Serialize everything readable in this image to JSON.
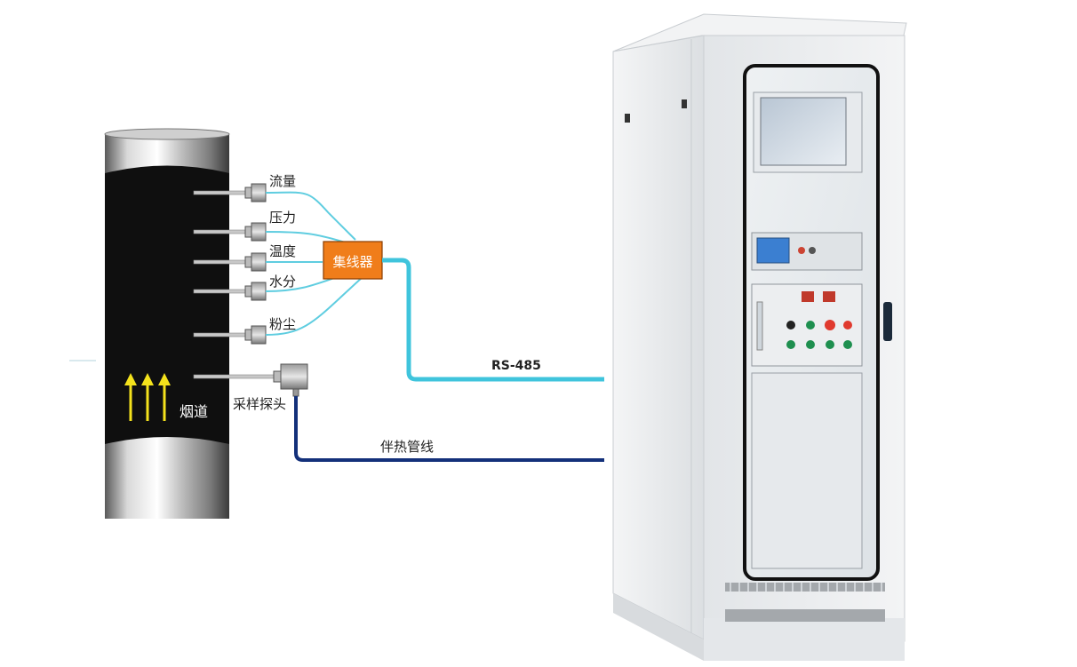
{
  "sensors": [
    {
      "label": "流量"
    },
    {
      "label": "压力"
    },
    {
      "label": "温度"
    },
    {
      "label": "水分"
    },
    {
      "label": "粉尘"
    }
  ],
  "hub": {
    "label": "集线器",
    "color": "#f07d1a"
  },
  "probe": {
    "label": "采样探头"
  },
  "flue": {
    "label": "烟道",
    "arrow_color": "#f4e21c"
  },
  "comm_line": {
    "label": "RS-485",
    "color": "#3fc4dc"
  },
  "heat_line": {
    "label": "伴热管线",
    "color": "#13307a"
  },
  "colors": {
    "signal_wire": "#5fcde0",
    "pipe_dark": "#0f0f0f",
    "cabinet": "#e9ebed"
  }
}
